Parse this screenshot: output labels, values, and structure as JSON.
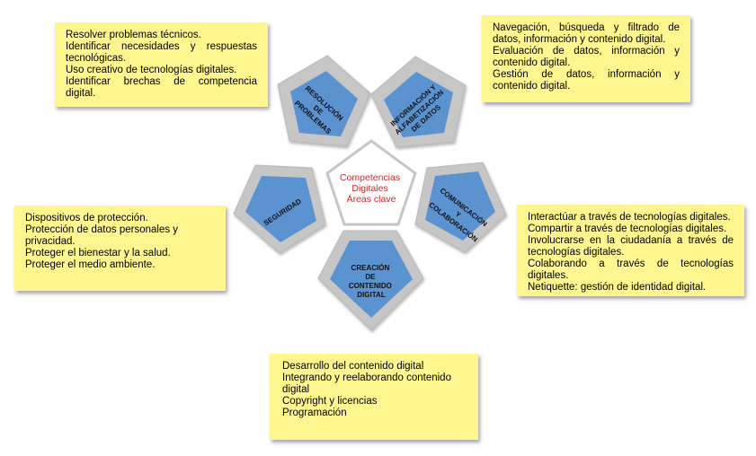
{
  "diagram": {
    "center": [
      "Competencias",
      "Digitales",
      "Áreas clave"
    ],
    "areas": [
      {
        "id": "resolucion",
        "label": [
          "RESOLUCIÓN",
          "DE",
          "PROBLEMAS"
        ]
      },
      {
        "id": "informacion",
        "label": [
          "INFORMACIÓN Y",
          "ALFABETIZACIÓN",
          "DE DATOS"
        ]
      },
      {
        "id": "comunicacion",
        "label": [
          "COMUNICACIÓN",
          "Y",
          "COLABORACIÓN"
        ]
      },
      {
        "id": "creacion",
        "label": [
          "CREACIÓN",
          "DE",
          "CONTENIDO",
          "DIGITAL"
        ]
      },
      {
        "id": "seguridad",
        "label": [
          "SEGURIDAD"
        ]
      }
    ]
  },
  "notes": {
    "resolucion": {
      "lines": [
        "Resolver problemas técnicos.",
        "Identificar necesidades y respuestas",
        "tecnológicas.",
        "Uso creativo de tecnologías digitales.",
        "Identificar brechas de competencia",
        "digital."
      ]
    },
    "informacion": {
      "lines": [
        "Navegación, búsqueda y filtrado de",
        "datos, información y contenido digital.",
        "Evaluación de datos, información y",
        "contenido digital.",
        "Gestión de datos, información y",
        "contenido digital."
      ]
    },
    "seguridad": {
      "lines": [
        "Dispositivos de protección.",
        "Protección de datos personales y",
        "privacidad.",
        "Proteger el bienestar y la salud.",
        "Proteger el medio ambiente."
      ]
    },
    "comunicacion": {
      "lines": [
        "Interactúar a través de tecnologías digitales.",
        "Compartir a través de tecnologías digitales.",
        "Involucrarse en la ciudadanía a través de",
        "tecnologías digitales.",
        "Colaborando a través de tecnologías",
        "digitales.",
        "Netiquette: gestión de identidad digital."
      ]
    },
    "creacion": {
      "lines": [
        "Desarrollo del contenido digital",
        "Integrando y reelaborando contenido",
        "digital",
        "Copyright y licencias",
        "Programación"
      ]
    }
  },
  "colors": {
    "pentagon_fill": "#5b93d1",
    "pentagon_border": "#c6c6c6",
    "center_text": "#cc2a2a",
    "note_bg": "#fff68f"
  }
}
